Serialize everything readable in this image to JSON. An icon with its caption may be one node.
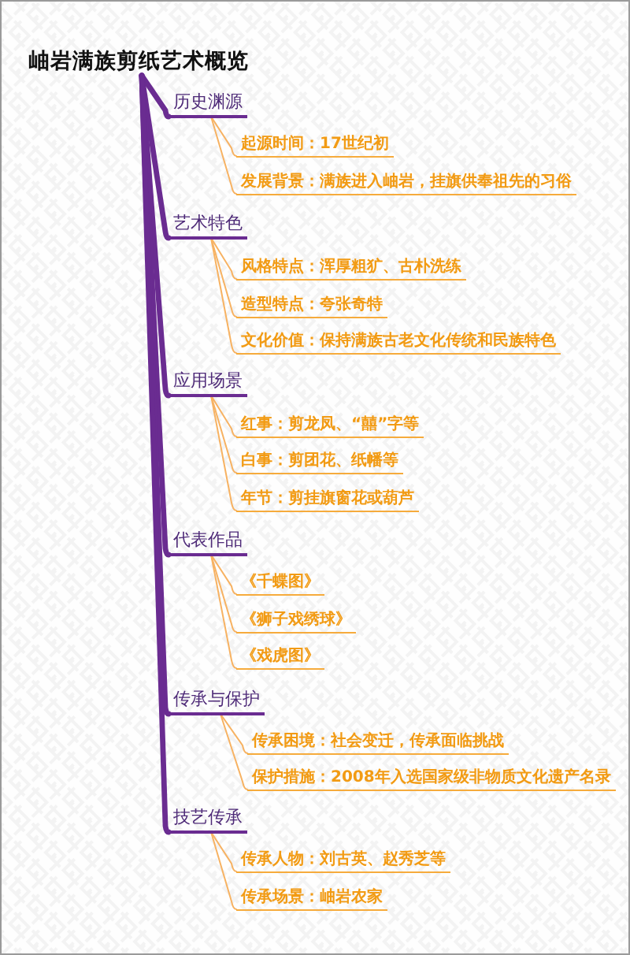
{
  "diagram": {
    "nodes": [
      {
        "text": [
          "岫岩满族剪纸艺术概览"
        ]
      },
      {
        "text": [
          "历史渊源"
        ]
      },
      {
        "text": [
          "起源时间：17世纪初"
        ]
      },
      {
        "text": [
          "发展背景：满族进入岫岩，挂旗供奉祖先的习俗"
        ]
      },
      {
        "text": [
          "艺术特色"
        ]
      },
      {
        "text": [
          "风格特点：浑厚粗犷、古朴洗练"
        ]
      },
      {
        "text": [
          "造型特点：夸张奇特"
        ]
      },
      {
        "text": [
          "文化价值：保持满族古老文化传统和民族特色"
        ]
      },
      {
        "text": [
          "应用场景"
        ]
      },
      {
        "text": [
          "红事：剪龙凤、“囍”字等"
        ]
      },
      {
        "text": [
          "白事：剪团花、纸幡等"
        ]
      },
      {
        "text": [
          "年节：剪挂旗窗花或葫芦"
        ]
      },
      {
        "text": [
          "代表作品"
        ]
      },
      {
        "text": [
          "《千蝶图》"
        ]
      },
      {
        "text": [
          "《狮子戏绣球》"
        ]
      },
      {
        "text": [
          "《戏虎图》"
        ]
      },
      {
        "text": [
          "传承与保护"
        ]
      },
      {
        "text": [
          "传承困境：社会变迁，传承面临挑战"
        ]
      },
      {
        "text": [
          "保护措施：2008年入选国家级非物质文化遗产名录"
        ]
      },
      {
        "text": [
          "技艺传承"
        ]
      },
      {
        "text": [
          "传承人物：刘古英、赵秀芝等"
        ]
      },
      {
        "text": [
          "传承场景：岫岩农家"
        ]
      }
    ],
    "edges": [
      {
        "from": 0,
        "to": 1,
        "arrow": "none",
        "style": "thick",
        "color": "#6a2c91"
      },
      {
        "from": 1,
        "to": 2,
        "arrow": "none"
      },
      {
        "from": 1,
        "to": 3,
        "arrow": "none"
      },
      {
        "from": 0,
        "to": 4,
        "arrow": "none",
        "style": "thick",
        "color": "#6a2c91"
      },
      {
        "from": 4,
        "to": 5,
        "arrow": "none"
      },
      {
        "from": 4,
        "to": 6,
        "arrow": "none"
      },
      {
        "from": 4,
        "to": 7,
        "arrow": "none"
      },
      {
        "from": 0,
        "to": 8,
        "arrow": "none",
        "style": "thick",
        "color": "#6a2c91"
      },
      {
        "from": 8,
        "to": 9,
        "arrow": "none"
      },
      {
        "from": 8,
        "to": 10,
        "arrow": "none"
      },
      {
        "from": 8,
        "to": 11,
        "arrow": "none"
      },
      {
        "from": 0,
        "to": 12,
        "arrow": "none",
        "style": "thick",
        "color": "#6a2c91"
      },
      {
        "from": 12,
        "to": 13,
        "arrow": "none"
      },
      {
        "from": 12,
        "to": 14,
        "arrow": "none"
      },
      {
        "from": 12,
        "to": 15,
        "arrow": "none"
      },
      {
        "from": 0,
        "to": 16,
        "arrow": "none",
        "style": "thick",
        "color": "#6a2c91"
      },
      {
        "from": 16,
        "to": 17,
        "arrow": "none"
      },
      {
        "from": 16,
        "to": 18,
        "arrow": "none"
      },
      {
        "from": 0,
        "to": 19,
        "arrow": "none",
        "style": "thick",
        "color": "#6a2c91"
      },
      {
        "from": 19,
        "to": 20,
        "arrow": "none"
      },
      {
        "from": 19,
        "to": 21,
        "arrow": "none"
      }
    ]
  }
}
